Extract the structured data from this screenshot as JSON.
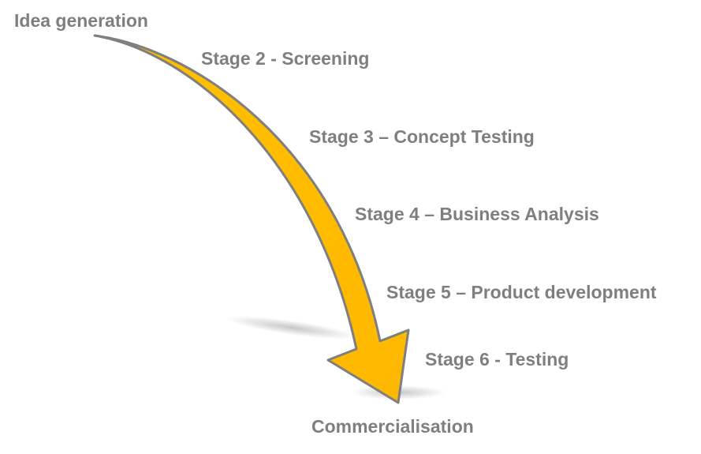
{
  "stages": {
    "idea": "Idea generation",
    "screening": "Stage 2 - Screening",
    "concept": "Stage 3 – Concept Testing",
    "business": "Stage 4 – Business Analysis",
    "product": "Stage 5 – Product development",
    "testing": "Stage 6 - Testing",
    "commercial": "Commercialisation"
  },
  "colors": {
    "arrow_fill": "#FFC000",
    "arrow_stroke": "#7F7F7F",
    "label_text": "#7F7F7F"
  }
}
